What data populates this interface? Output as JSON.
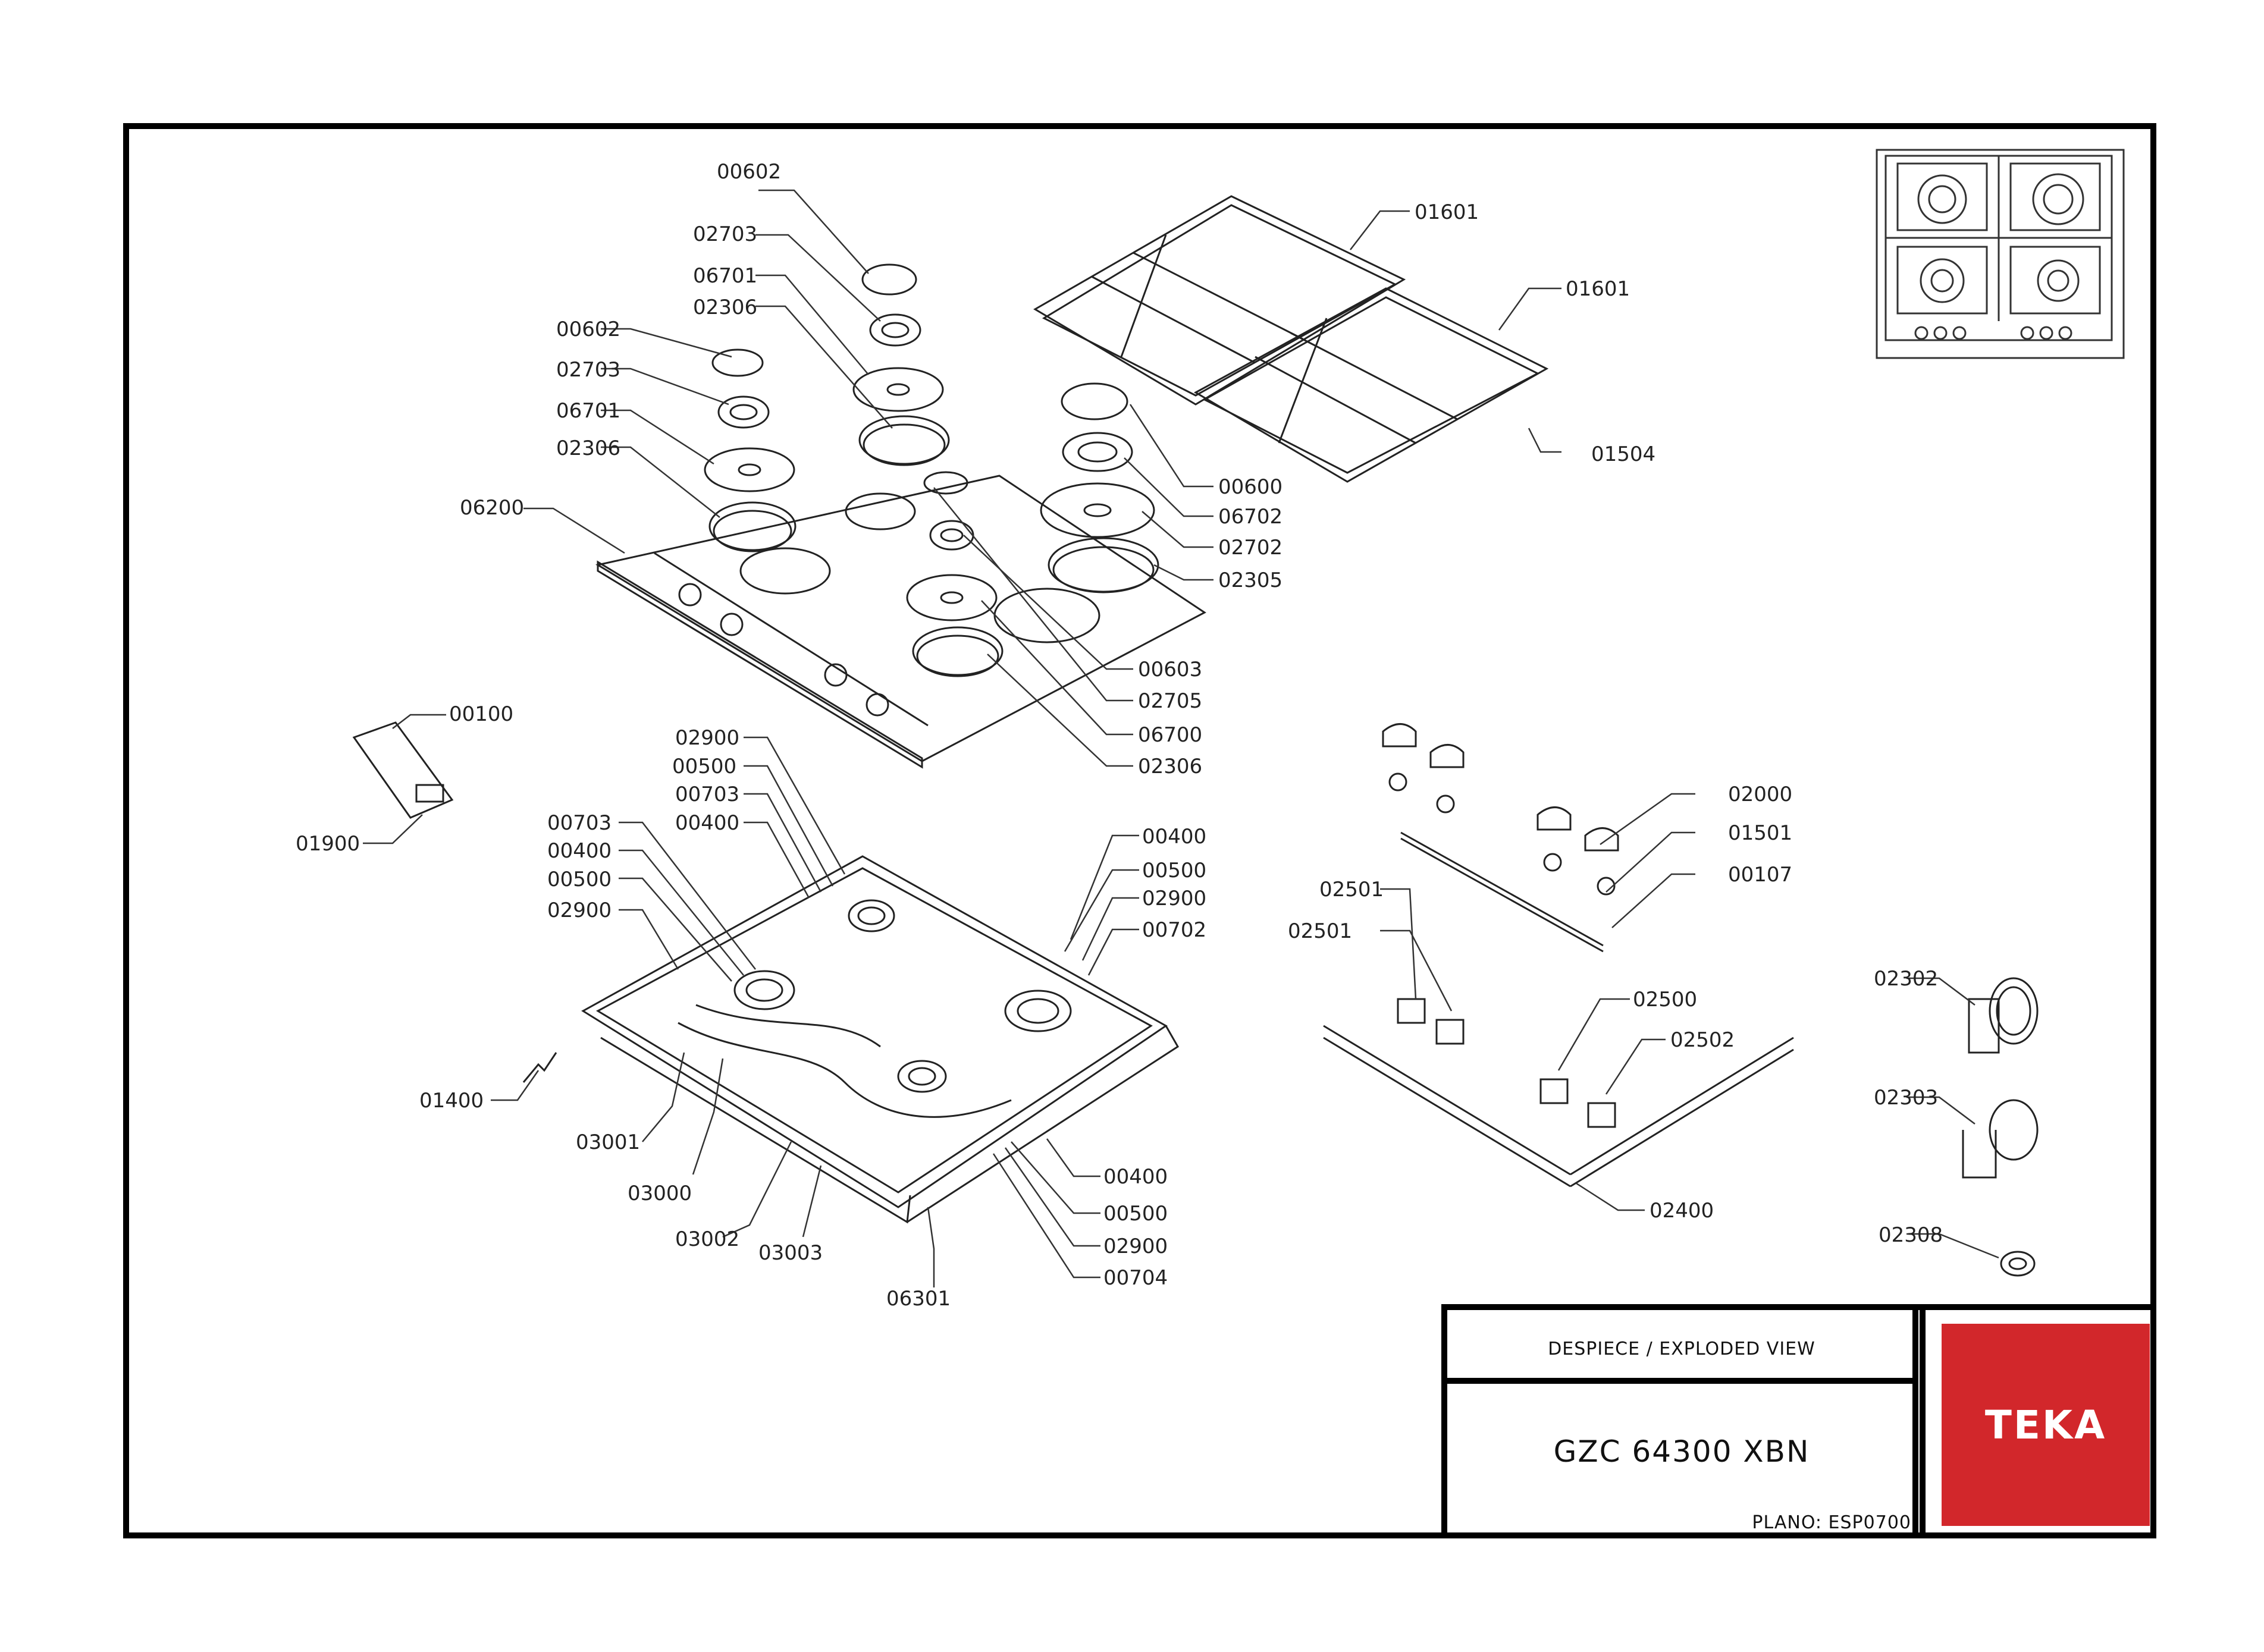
{
  "title_block": {
    "title": "DESPIECE / EXPLODED VIEW",
    "model": "GZC 64300 XBN",
    "plano": "PLANO: ESP0700",
    "brand": "TEKA",
    "brand_color": "#d2272b"
  },
  "labels": {
    "l01": "00602",
    "l02": "02703",
    "l03": "06701",
    "l04": "02306",
    "l05": "00602",
    "l06": "02703",
    "l07": "06701",
    "l08": "02306",
    "l09": "06200",
    "l10": "01601",
    "l11": "01601",
    "l12": "01504",
    "l13": "00600",
    "l14": "06702",
    "l15": "02702",
    "l16": "02305",
    "l17": "00603",
    "l18": "02705",
    "l19": "06700",
    "l20": "02306",
    "l21": "00100",
    "l22": "01900",
    "l23": "02900",
    "l24": "00500",
    "l25": "00703",
    "l26": "00400",
    "l27": "00703",
    "l28": "00400",
    "l29": "00500",
    "l30": "02900",
    "l31": "00400",
    "l32": "00500",
    "l33": "02900",
    "l34": "00702",
    "l35": "01400",
    "l36": "03001",
    "l37": "03000",
    "l38": "03002",
    "l39": "03003",
    "l40": "06301",
    "l41": "00400",
    "l42": "00500",
    "l43": "02900",
    "l44": "00704",
    "l45": "02000",
    "l46": "01501",
    "l47": "00107",
    "l48": "02501",
    "l49": "02501",
    "l50": "02500",
    "l51": "02502",
    "l52": "02400",
    "l53": "02302",
    "l54": "02303",
    "l55": "02308"
  }
}
